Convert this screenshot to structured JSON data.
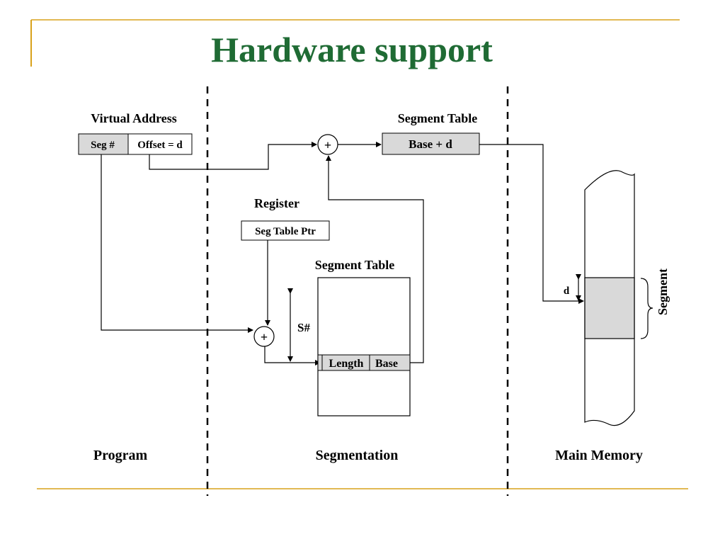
{
  "slide": {
    "title": "Hardware support"
  },
  "diagram": {
    "virtual_address_label": "Virtual Address",
    "seg_num": "Seg #",
    "offset": "Offset = d",
    "segment_table_top_label": "Segment Table",
    "base_plus_d": "Base + d",
    "plus_top": "+",
    "register_label": "Register",
    "seg_table_ptr": "Seg Table Ptr",
    "segment_table_mid_label": "Segment Table",
    "plus_bottom": "+",
    "s_num": "S#",
    "length": "Length",
    "base": "Base",
    "d_label": "d",
    "segment_label": "Segment",
    "program_label": "Program",
    "segmentation_label": "Segmentation",
    "main_memory_label": "Main Memory"
  },
  "colors": {
    "title": "#1f6b34",
    "accent_rule": "#d9a21b",
    "box_fill": "#d9d9d9"
  }
}
